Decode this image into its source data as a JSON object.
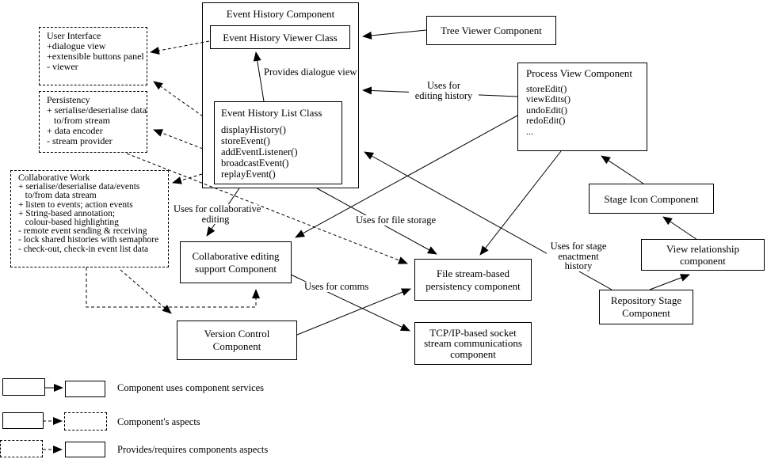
{
  "diagram": {
    "event_history": {
      "title": "Event History Component",
      "viewer_class_title": "Event History Viewer Class",
      "list_class_title": "Event History List Class",
      "list_class_methods": [
        "displayHistory()",
        "storeEvent()",
        "addEventListener()",
        "broadcastEvent()",
        "replayEvent()"
      ]
    },
    "aspect_boxes": {
      "user_interface": [
        "User Interface",
        "+dialogue view",
        "+extensible buttons panel",
        "- viewer"
      ],
      "persistency": [
        "Persistency",
        "+ serialise/deserialise data",
        "   to/from stream",
        "+ data encoder",
        "- stream provider"
      ],
      "collaborative_work": [
        "Collaborative Work",
        "+ serialise/deserialise data/events",
        "   to/from data stream",
        "+ listen to events; action events",
        "+ String-based annotation;",
        "   colour-based highlighting",
        "- remote event sending & receiving",
        "- lock shared histories with semaphore",
        "- check-out, check-in event list data"
      ]
    },
    "components": {
      "tree_viewer": "Tree Viewer Component",
      "process_view_title": "Process View Component",
      "process_view_methods": [
        "storeEdit()",
        "viewEdits()",
        "undoEdit()",
        "redoEdit()",
        "..."
      ],
      "stage_icon": "Stage Icon Component",
      "view_relationship": [
        "View relationship",
        "component"
      ],
      "repository_stage": [
        "Repository Stage",
        "Component"
      ],
      "file_stream": [
        "File stream-based",
        "persistency component"
      ],
      "tcp_ip": [
        "TCP/IP-based socket",
        "stream communications",
        "component"
      ],
      "version_control": [
        "Version Control",
        "Component"
      ],
      "collaborative_editing": [
        "Collaborative editing",
        "support Component"
      ]
    },
    "edge_labels": {
      "provides_dialogue_view": "Provides dialogue view",
      "uses_for_editing_history": [
        "Uses for",
        "editing history"
      ],
      "uses_for_stage_enactment_history": [
        "Uses for stage",
        "enactment",
        "history"
      ],
      "uses_for_collaborative_editing": [
        "Uses for collaborative",
        "editing"
      ],
      "uses_for_file_storage": "Uses for file storage",
      "uses_for_comms": "Uses for comms"
    },
    "legend": {
      "uses": "Component uses component services",
      "aspects": "Component's aspects",
      "provides": "Provides/requires components aspects"
    }
  }
}
